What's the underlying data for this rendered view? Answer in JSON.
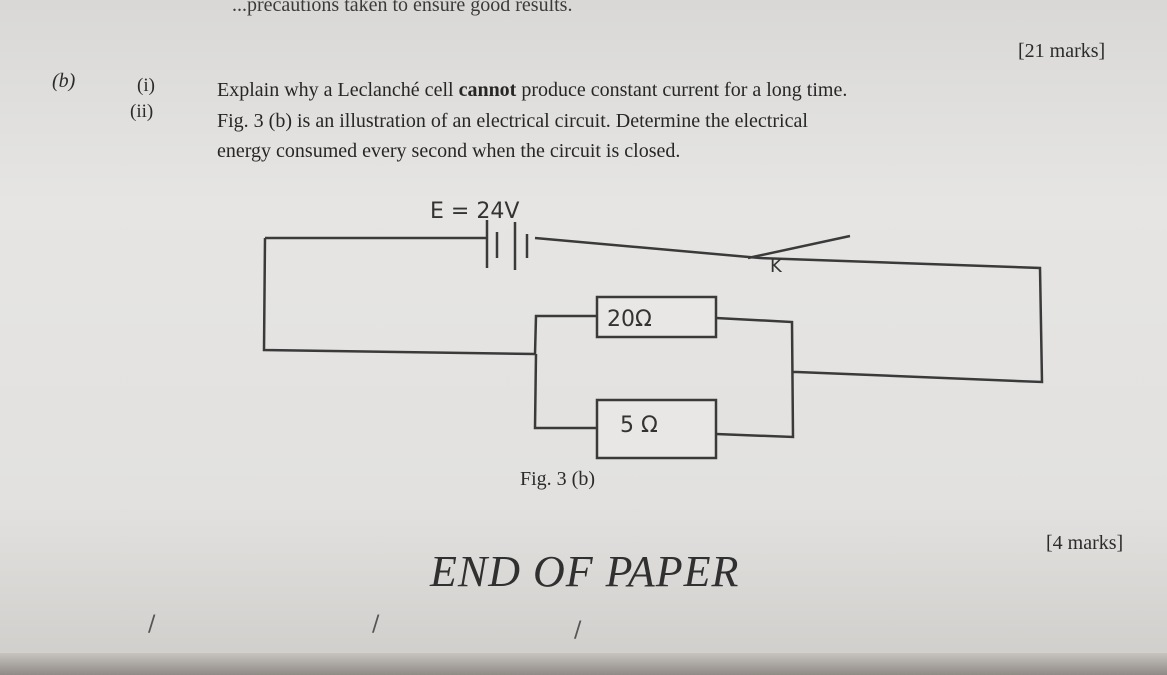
{
  "header": {
    "top_line": "...precautions taken to ensure good results.",
    "marks_21": "[21 marks]"
  },
  "question": {
    "part_label": "(b)",
    "sub_i": "(i)",
    "sub_ii": "(ii)",
    "line1_pre": "Explain why a Leclanché cell ",
    "line1_bold": "cannot",
    "line1_post": " produce constant current for a long time.",
    "line2": "Fig. 3 (b) is an illustration of an electrical circuit. Determine the electrical",
    "line3": "energy consumed every second when the circuit is closed."
  },
  "figure": {
    "emf_label": "E = 24V",
    "switch_label": "K",
    "resistor_top": "20Ω",
    "resistor_bottom": "5 Ω",
    "caption": "Fig. 3 (b)"
  },
  "footer": {
    "marks_4": "[4 marks]",
    "end_text": "END OF PAPER"
  },
  "colors": {
    "paper": "#e4e3e1",
    "ink": "#2b2b2b"
  }
}
